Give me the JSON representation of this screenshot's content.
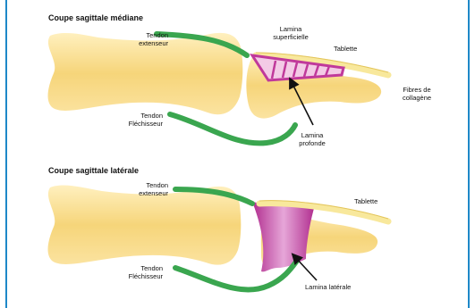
{
  "colors": {
    "bone_fill": "#f6d57a",
    "bone_light": "#fff2c6",
    "tendon": "#3aa64f",
    "lamina": "#c0399b",
    "nail_plate": "#f8e89c",
    "frame": "#1e88c8"
  },
  "median": {
    "title": "Coupe sagittale médiane",
    "tendon_ext": [
      "Tendon",
      "extenseur"
    ],
    "lamina_sup": [
      "Lamina",
      "superficielle"
    ],
    "tablette": "Tablette",
    "fibres": [
      "Fibres de",
      "collagène"
    ],
    "tendon_flex": [
      "Tendon",
      "Fléchisseur"
    ],
    "lamina_prof": [
      "Lamina",
      "profonde"
    ]
  },
  "lateral": {
    "title": "Coupe sagittale latérale",
    "tendon_ext": [
      "Tendon",
      "extenseur"
    ],
    "tablette": "Tablette",
    "tendon_flex": [
      "Tendon",
      "Fléchisseur"
    ],
    "lamina_lat": "Lamina latérale"
  }
}
